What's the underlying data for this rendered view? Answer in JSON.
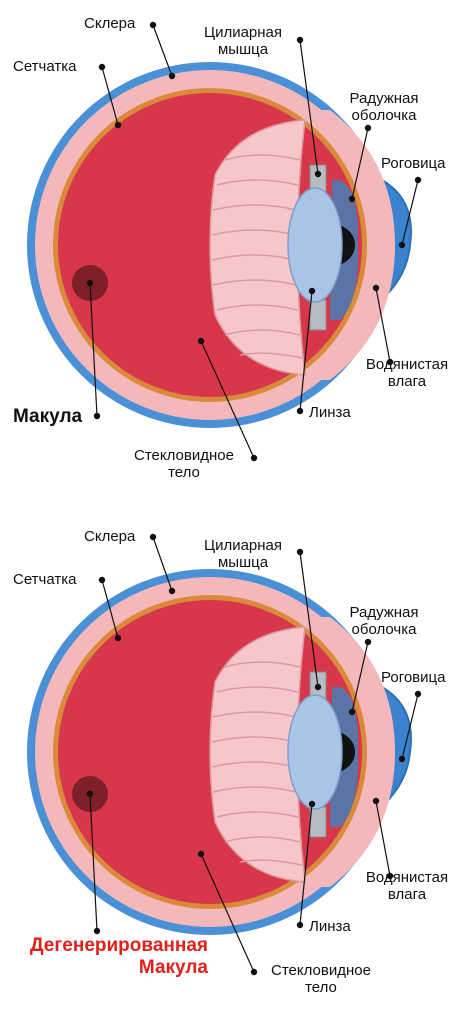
{
  "colors": {
    "sclera": "#4a90d6",
    "choroid": "#f4b8bb",
    "retina": "#d98a3a",
    "vitreous": "#d8374b",
    "macula": "#7e1f2a",
    "lens": "#a9c4e6",
    "cornea": "#3b82cf",
    "iris": "#5a74a8",
    "degenerated_text": "#e0201a"
  },
  "top": {
    "sclera": "Склера",
    "retina": "Сетчатка",
    "ciliary_1": "Цилиарная",
    "ciliary_2": "мышца",
    "iris_1": "Радужная",
    "iris_2": "оболочка",
    "cornea": "Роговица",
    "aqueous_1": "Водянистая",
    "aqueous_2": "влага",
    "lens": "Линза",
    "vitreous_1": "Стекловидное",
    "vitreous_2": "тело",
    "macula": "Макула"
  },
  "bottom": {
    "sclera": "Склера",
    "retina": "Сетчатка",
    "ciliary_1": "Цилиарная",
    "ciliary_2": "мышца",
    "iris_1": "Радужная",
    "iris_2": "оболочка",
    "cornea": "Роговица",
    "aqueous_1": "Водянистая",
    "aqueous_2": "влага",
    "lens": "Линза",
    "vitreous_1": "Стекловидное",
    "vitreous_2": "тело",
    "macula_1": "Дегенерированная",
    "macula_2": "Макула"
  }
}
